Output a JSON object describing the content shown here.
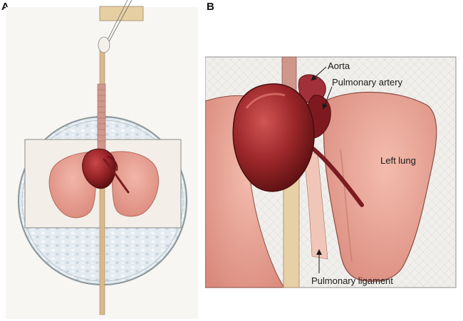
{
  "panel_a": {
    "letter": "A"
  },
  "panel_b": {
    "letter": "B",
    "labels": {
      "aorta": "Aorta",
      "pulmonary_artery": "Pulmonary artery",
      "left_lung": "Left lung",
      "pulmonary_ligament": "Pulmonary ligament"
    }
  },
  "colors": {
    "heart": "#8e1f22",
    "heart_highlight": "#c2413f",
    "lung": "#eba394",
    "lung_shadow": "#d67f72",
    "ice_dish": "#dfe8ef",
    "dish_rim": "#9aa5a8",
    "wooden_stick": "#d8b78a",
    "trachea": "#c98d84"
  }
}
